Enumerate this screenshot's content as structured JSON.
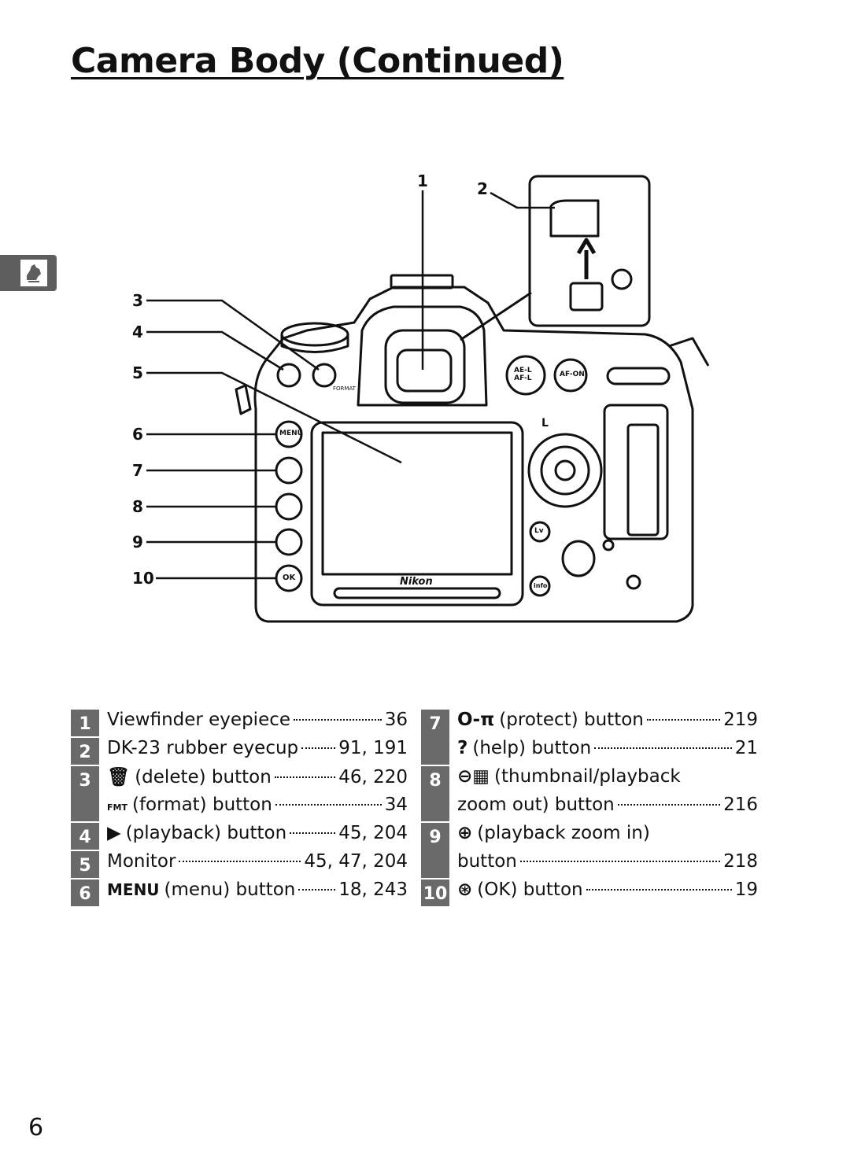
{
  "page": {
    "title": "Camera Body (Continued)",
    "page_number": "6"
  },
  "side_tab": {
    "icon": "rooster-icon"
  },
  "callouts": [
    "1",
    "2",
    "3",
    "4",
    "5",
    "6",
    "7",
    "8",
    "9",
    "10"
  ],
  "camera_labels": {
    "ae_l_af_l": "AE-L\nAF-L",
    "af_on": "AF-ON",
    "menu": "MENU",
    "ok": "OK",
    "brand": "Nikon",
    "format": "FORMAT",
    "lv": "Lv",
    "info": "info",
    "lock": "L"
  },
  "legend": {
    "left": [
      {
        "num": "1",
        "lines": [
          {
            "glyph": "",
            "label": "Viewfinder eyepiece",
            "pages": "36"
          }
        ]
      },
      {
        "num": "2",
        "lines": [
          {
            "glyph": "",
            "label": "DK-23 rubber eyecup",
            "pages": "91, 191"
          }
        ]
      },
      {
        "num": "3",
        "lines": [
          {
            "glyph": "🗑",
            "label": "(delete) button",
            "pages": "46, 220"
          },
          {
            "glyph": "FMT",
            "label": "(format) button",
            "pages": "34"
          }
        ]
      },
      {
        "num": "4",
        "lines": [
          {
            "glyph": "▶",
            "label": "(playback) button",
            "pages": "45, 204"
          }
        ]
      },
      {
        "num": "5",
        "lines": [
          {
            "glyph": "",
            "label": "Monitor",
            "pages": "45, 47, 204"
          }
        ]
      },
      {
        "num": "6",
        "lines": [
          {
            "glyph": "MENU",
            "label": "(menu) button",
            "pages": "18, 243"
          }
        ]
      }
    ],
    "right": [
      {
        "num": "7",
        "lines": [
          {
            "glyph": "O‑π",
            "label": "(protect) button",
            "pages": "219"
          },
          {
            "glyph": "?",
            "label": "(help) button",
            "pages": "21"
          }
        ]
      },
      {
        "num": "8",
        "lines": [
          {
            "glyph": "⊖▦",
            "label": "(thumbnail/playback",
            "pages": ""
          },
          {
            "glyph": "",
            "label": "zoom out) button",
            "pages": "216"
          }
        ]
      },
      {
        "num": "9",
        "lines": [
          {
            "glyph": "⊕",
            "label": "(playback zoom in)",
            "pages": ""
          },
          {
            "glyph": "",
            "label": "button",
            "pages": "218"
          }
        ]
      },
      {
        "num": "10",
        "lines": [
          {
            "glyph": "⊛",
            "label": "(OK) button",
            "pages": "19"
          }
        ]
      }
    ]
  }
}
